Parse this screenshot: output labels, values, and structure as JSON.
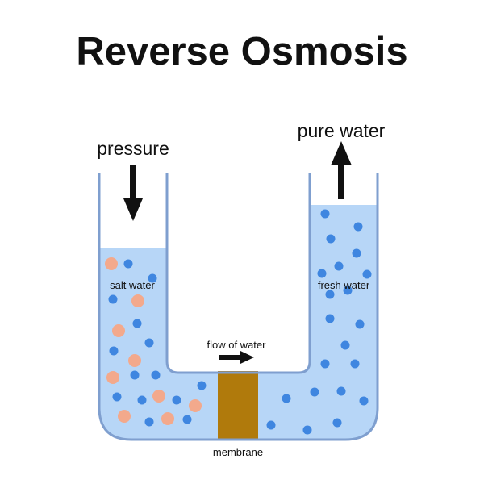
{
  "title": "Reverse Osmosis",
  "labels": {
    "pressure": "pressure",
    "pure_water": "pure water",
    "salt_water": "salt water",
    "fresh_water": "fresh water",
    "flow_of_water": "flow of water",
    "membrane": "membrane"
  },
  "colors": {
    "water": "#b7d6f7",
    "tube_wall": "#7f9fcf",
    "water_molecule": "#3f86e0",
    "salt_particle": "#f3a98c",
    "membrane": "#b07a0c",
    "arrow": "#111111",
    "text": "#111111"
  },
  "legend_icons": {
    "pressure_arrow": "down-arrow-icon",
    "pure_water_arrow": "up-arrow-icon",
    "flow_arrow": "right-arrow-icon"
  }
}
